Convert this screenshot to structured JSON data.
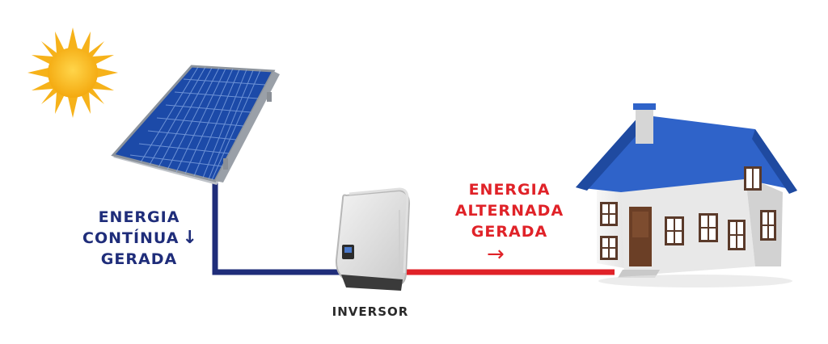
{
  "labels": {
    "dc_line1": "ENERGIA",
    "dc_line2": "CONTÍNUA",
    "dc_line3": "GERADA",
    "dc_arrow": "↓",
    "ac_line1": "ENERGIA",
    "ac_line2": "ALTERNADA",
    "ac_line3": "GERADA",
    "ac_arrow": "→",
    "inverter": "INVERSOR"
  },
  "colors": {
    "dc_wire": "#1f2d7a",
    "ac_wire": "#e02228",
    "sun": "#f7b51b",
    "panel": "#1c4aa8",
    "roof": "#2f63c9",
    "house_wall": "#ececec"
  },
  "icons": {
    "sun": "sun-icon",
    "panel": "solar-panel-icon",
    "inverter": "inverter-icon",
    "house": "house-icon"
  }
}
